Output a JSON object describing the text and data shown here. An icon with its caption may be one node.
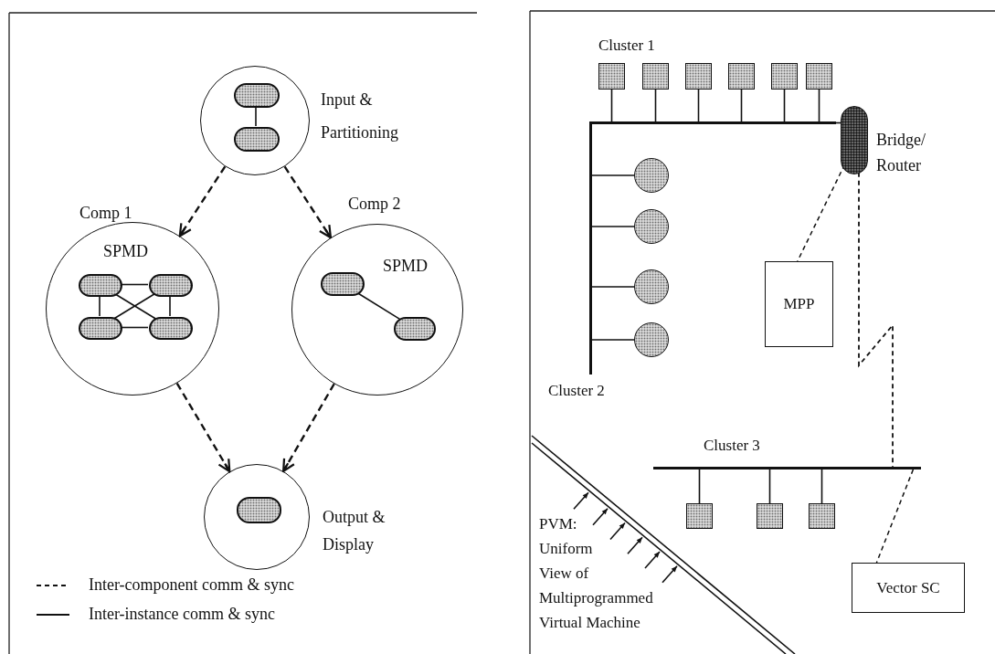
{
  "diagram": {
    "nodes": [
      {
        "text": [
          "Input & Partitioning"
        ]
      },
      {
        "text": [],
        "shape": "oval",
        "in": 0
      },
      {
        "text": [],
        "shape": "oval",
        "in": 0
      },
      {
        "text": [
          "Comp 1",
          "SPMD"
        ]
      },
      {
        "text": [],
        "shape": "oval",
        "in": 3
      },
      {
        "text": [],
        "shape": "oval",
        "in": 3
      },
      {
        "text": [],
        "shape": "oval",
        "in": 3
      },
      {
        "text": [],
        "shape": "oval",
        "in": 3
      },
      {
        "text": [
          "Comp 2",
          "SPMD"
        ]
      },
      {
        "text": [],
        "shape": "oval",
        "in": 8
      },
      {
        "text": [],
        "shape": "oval",
        "in": 8
      },
      {
        "text": [
          "Output & Display"
        ]
      },
      {
        "text": [],
        "shape": "oval",
        "in": 11
      },
      {
        "text": [],
        "shape": "box"
      },
      {
        "text": [],
        "shape": "box"
      },
      {
        "text": [],
        "shape": "box"
      },
      {
        "text": [],
        "shape": "box"
      },
      {
        "text": [],
        "shape": "box"
      },
      {
        "text": [],
        "shape": "box"
      },
      {
        "text": [],
        "shape": "bar"
      },
      {
        "text": [
          "Bridge/ Router"
        ]
      },
      {
        "text": [],
        "shape": "bar"
      },
      {
        "text": [],
        "shape": "circle"
      },
      {
        "text": [],
        "shape": "circle"
      },
      {
        "text": [],
        "shape": "circle"
      },
      {
        "text": [],
        "shape": "circle"
      },
      {
        "text": [
          "MPP"
        ]
      },
      {
        "text": [],
        "shape": "bar"
      },
      {
        "text": [],
        "shape": "box"
      },
      {
        "text": [],
        "shape": "box"
      },
      {
        "text": [],
        "shape": "box"
      },
      {
        "text": [
          "Vector SC"
        ]
      }
    ],
    "edges": [
      {
        "from": 0,
        "to": 3,
        "arrow": "to",
        "style": "dashed"
      },
      {
        "from": 0,
        "to": 8,
        "arrow": "to",
        "style": "dashed"
      },
      {
        "from": 3,
        "to": 11,
        "arrow": "to",
        "style": "dashed"
      },
      {
        "from": 8,
        "to": 11,
        "arrow": "to",
        "style": "dashed"
      },
      {
        "from": 1,
        "to": 2,
        "arrow": "none"
      },
      {
        "from": 4,
        "to": 5,
        "arrow": "none"
      },
      {
        "from": 6,
        "to": 7,
        "arrow": "none"
      },
      {
        "from": 4,
        "to": 6,
        "arrow": "none"
      },
      {
        "from": 5,
        "to": 7,
        "arrow": "none"
      },
      {
        "from": 4,
        "to": 7,
        "arrow": "none"
      },
      {
        "from": 5,
        "to": 6,
        "arrow": "none"
      },
      {
        "from": 9,
        "to": 10,
        "arrow": "none"
      },
      {
        "from": 13,
        "to": 19,
        "arrow": "none"
      },
      {
        "from": 14,
        "to": 19,
        "arrow": "none"
      },
      {
        "from": 15,
        "to": 19,
        "arrow": "none"
      },
      {
        "from": 16,
        "to": 19,
        "arrow": "none"
      },
      {
        "from": 17,
        "to": 19,
        "arrow": "none"
      },
      {
        "from": 18,
        "to": 19,
        "arrow": "none"
      },
      {
        "from": 19,
        "to": 20,
        "arrow": "none"
      },
      {
        "from": 22,
        "to": 21,
        "arrow": "none"
      },
      {
        "from": 23,
        "to": 21,
        "arrow": "none"
      },
      {
        "from": 24,
        "to": 21,
        "arrow": "none"
      },
      {
        "from": 25,
        "to": 21,
        "arrow": "none"
      },
      {
        "from": 20,
        "to": 26,
        "arrow": "none",
        "style": "dashed"
      },
      {
        "from": 20,
        "to": 27,
        "arrow": "none",
        "style": "dashed"
      },
      {
        "from": 28,
        "to": 27,
        "arrow": "none"
      },
      {
        "from": 29,
        "to": 27,
        "arrow": "none"
      },
      {
        "from": 30,
        "to": 27,
        "arrow": "none"
      },
      {
        "from": 27,
        "to": 31,
        "arrow": "none",
        "style": "dashed"
      }
    ],
    "labels": [
      "Cluster 1",
      "Cluster 2",
      "Cluster 3",
      "PVM: Uniform View of Multiprogrammed Virtual Machine"
    ],
    "legend": [
      {
        "text": "Inter-component comm & sync"
      },
      {
        "text": "Inter-instance comm & sync"
      }
    ]
  }
}
